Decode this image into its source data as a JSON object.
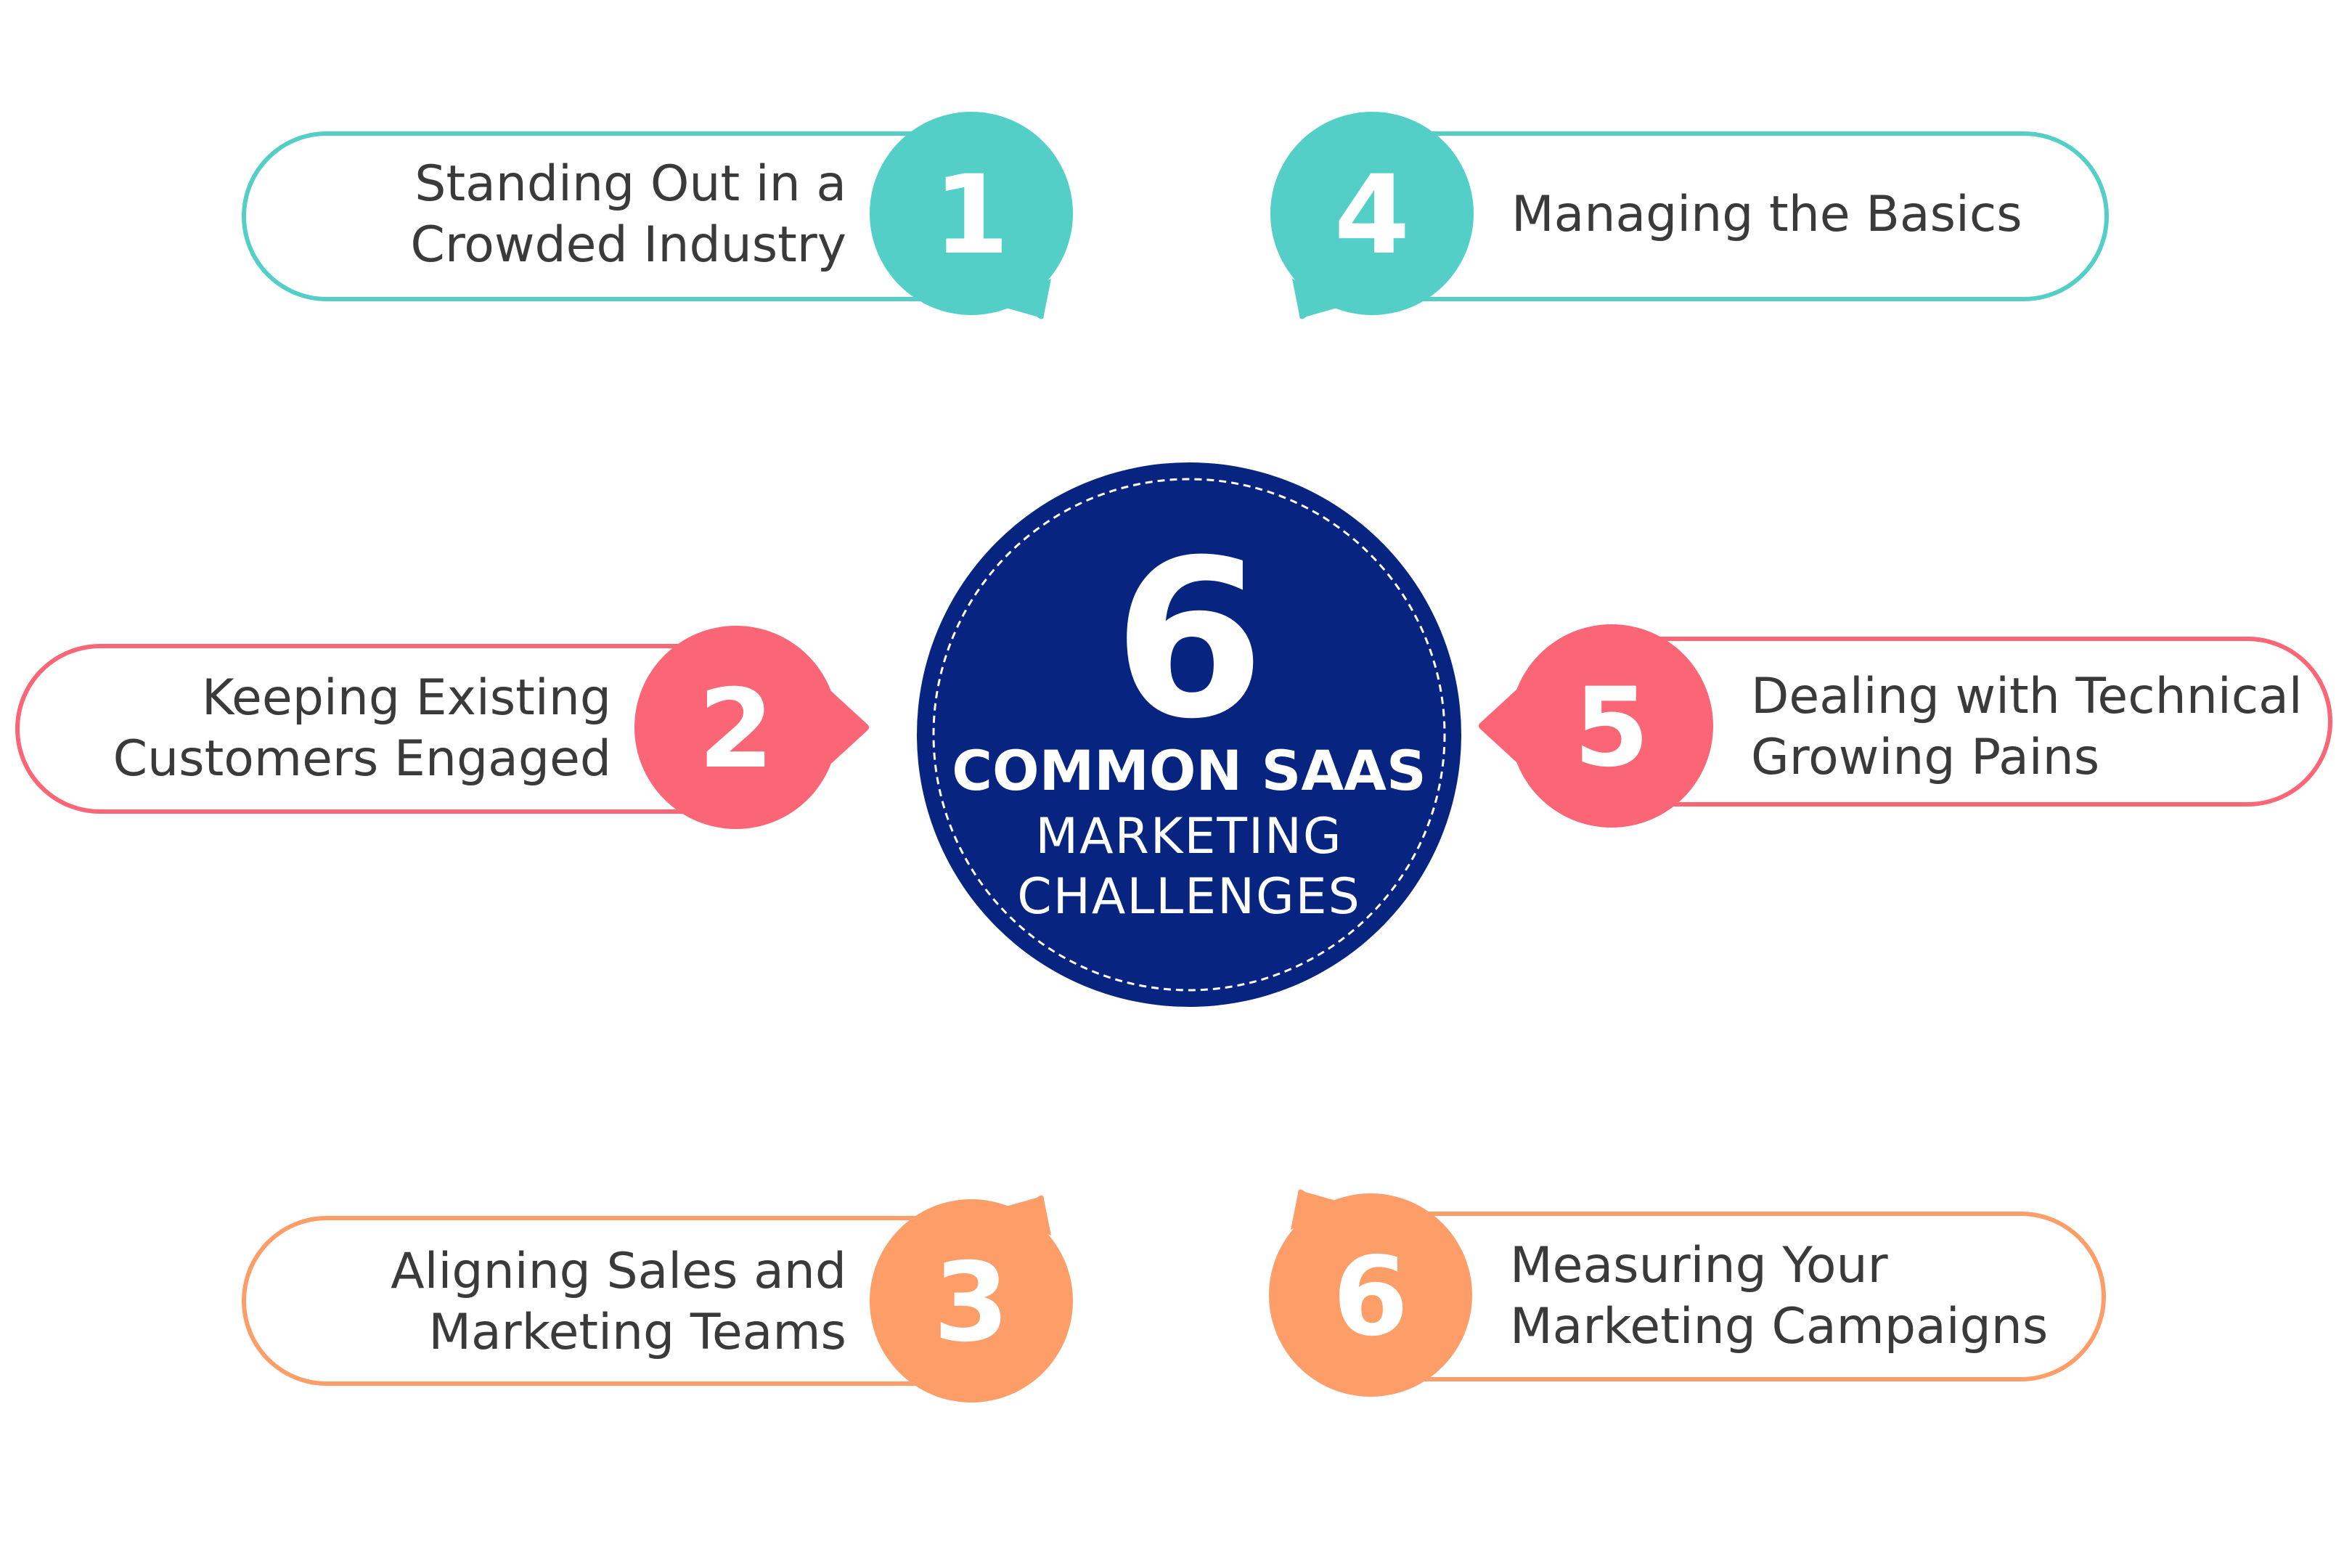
{
  "center": {
    "number": "6",
    "line1": "COMMON SAAS",
    "line2": "MARKETING",
    "line3": "CHALLENGES",
    "color": "#062480"
  },
  "items": [
    {
      "number": "1",
      "lines": [
        "Standing Out in a",
        "Crowded Industry"
      ],
      "color": "#53cfc8"
    },
    {
      "number": "2",
      "lines": [
        "Keeping Existing",
        "Customers Engaged"
      ],
      "color": "#fa6676"
    },
    {
      "number": "3",
      "lines": [
        "Aligning Sales and",
        "Marketing Teams"
      ],
      "color": "#fd9e68"
    },
    {
      "number": "4",
      "lines": [
        "Managing the Basics"
      ],
      "color": "#53cfc8"
    },
    {
      "number": "5",
      "lines": [
        "Dealing with Technical",
        "Growing Pains"
      ],
      "color": "#fa6676"
    },
    {
      "number": "6",
      "lines": [
        "Measuring Your",
        "Marketing Campaigns"
      ],
      "color": "#fd9e68"
    }
  ]
}
